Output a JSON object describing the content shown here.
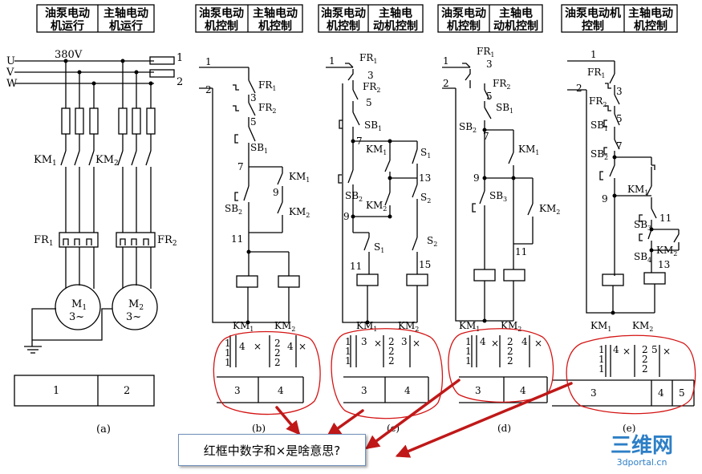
{
  "headers": {
    "a1": [
      "油泵电动",
      "机运行"
    ],
    "a2": [
      "主轴电动",
      "机运行"
    ],
    "b1": [
      "油泵电动",
      "机控制"
    ],
    "b2": [
      "主轴电动",
      "机控制"
    ],
    "c1": [
      "油泵电动",
      "机控制"
    ],
    "c2": [
      "主轴电",
      "动机控制"
    ],
    "d1": [
      "油泵电动",
      "机控制"
    ],
    "d2": [
      "主轴电",
      "动机控制"
    ],
    "e1": [
      "油泵电动机",
      "控制"
    ],
    "e2": [
      "主轴电动",
      "机控制"
    ]
  },
  "panel_a": {
    "voltage": "380V",
    "phases": [
      "U",
      "V",
      "W"
    ],
    "fuse_nums": [
      "1",
      "2"
    ],
    "km1": "KM",
    "km2": "KM",
    "fr1": "FR",
    "fr2": "FR",
    "motor1": "M",
    "motor2": "M",
    "motor_sub": "3~",
    "zone1": "1",
    "zone2": "2",
    "caption": "(a)"
  },
  "panel_b": {
    "node1": "1",
    "node2": "2",
    "fr1": "FR",
    "fr2": "FR",
    "n3": "3",
    "n5": "5",
    "sb1": "SB",
    "n7": "7",
    "km1c": "KM",
    "n9": "9",
    "sb2": "SB",
    "km2c": "KM",
    "n11": "11",
    "coil1": "KM",
    "coil2": "KM",
    "c1": [
      "1",
      "1",
      "1"
    ],
    "c1num": "4",
    "x1": "×",
    "c2": [
      "2",
      "2",
      "2"
    ],
    "c2num": "4",
    "x2": "×",
    "zone3": "3",
    "zone4": "4",
    "caption": "(b)"
  },
  "panel_c": {
    "node1": "1",
    "fr1": "FR",
    "n3": "3",
    "fr2": "FR",
    "n5": "5",
    "sb1": "SB",
    "n7": "7",
    "km1c": "KM",
    "s1": "S",
    "n13": "13",
    "sb2": "SB",
    "s2": "S",
    "km2c": "KM",
    "n9": "9",
    "s1b": "S",
    "s2b": "S",
    "n11": "11",
    "n15": "15",
    "coil1": "KM",
    "coil2": "KM",
    "c1": [
      "1",
      "1",
      "1"
    ],
    "c1num": "3",
    "x1": "×",
    "c2": [
      "2",
      "2",
      "2"
    ],
    "c2num": "3",
    "x2": "×",
    "zone3": "3",
    "zone4": "4",
    "caption": "(c)"
  },
  "panel_d": {
    "node1": "1",
    "fr1": "FR",
    "n3": "3",
    "node2": "2",
    "fr2": "FR",
    "n5": "5",
    "sb1": "SB",
    "sb2": "SB",
    "n7": "7",
    "km1c": "KM",
    "n9": "9",
    "sb3": "SB",
    "km2c": "KM",
    "n11": "11",
    "coil1": "KM",
    "coil2": "KM",
    "c1": [
      "1",
      "1",
      "1"
    ],
    "c1num": "4",
    "x1": "×",
    "c2": [
      "2",
      "2",
      "2"
    ],
    "c2num": "4",
    "x2": "×",
    "zone3": "3",
    "zone4": "4",
    "caption": "(d)"
  },
  "panel_e": {
    "node1": "1",
    "fr1": "FR",
    "node2": "2",
    "n3": "3",
    "fr2": "FR",
    "n5": "5",
    "sb1": "SB",
    "sb2": "SB",
    "n7": "7",
    "n9": "9",
    "km1c": "KM",
    "sb3": "SB",
    "n11": "11",
    "sb4": "SB",
    "km2c": "KM",
    "n13": "13",
    "coil1": "KM",
    "coil2": "KM",
    "c1": [
      "1",
      "1",
      "1"
    ],
    "c1num": "4",
    "x1": "×",
    "c2": [
      "2",
      "2",
      "2"
    ],
    "c2num": "5",
    "x2": "×",
    "zone3": "3",
    "zone4": "4",
    "zone5": "5",
    "caption": "(e)"
  },
  "callout": {
    "text": "红框中数字和×是啥意思?"
  },
  "watermark": {
    "main": "三维网",
    "sub": "3dportal.cn"
  },
  "colors": {
    "ink": "#000000",
    "annot": "#d41414",
    "arrow": "#c01818",
    "callout_border": "#6f8fb8",
    "watermark": "#2d7fc6"
  }
}
